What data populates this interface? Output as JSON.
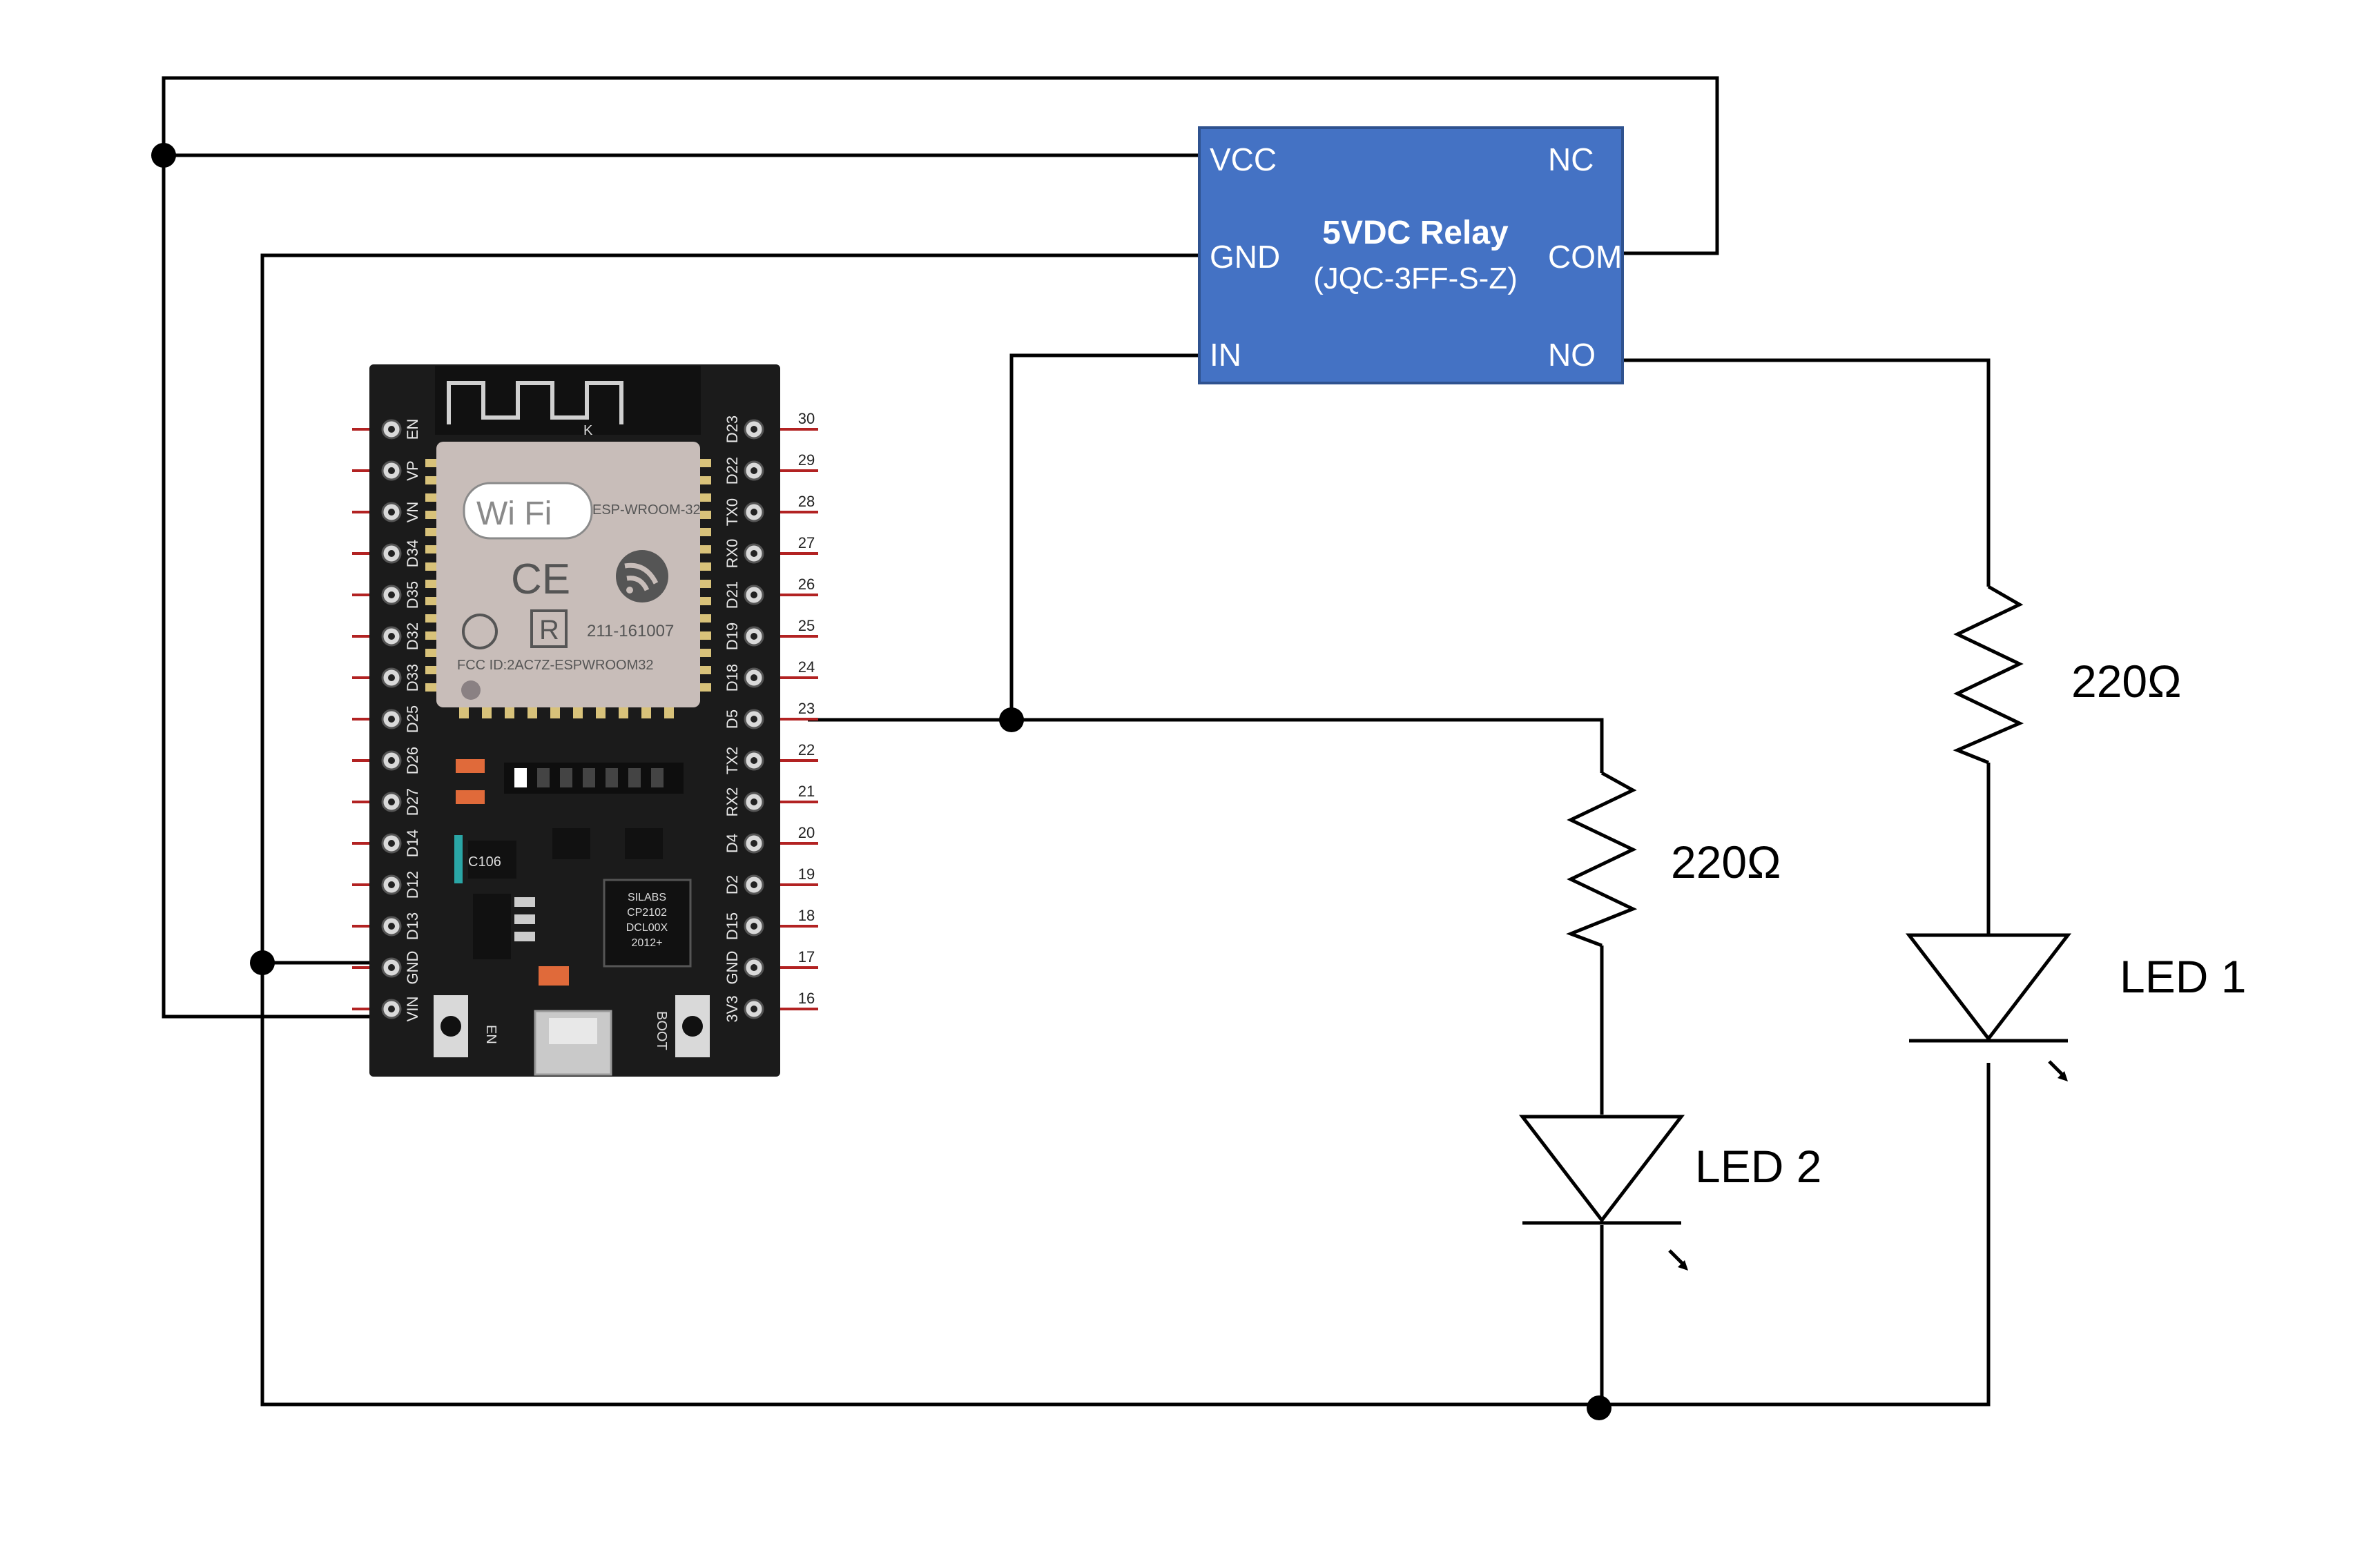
{
  "relay": {
    "title": "5VDC Relay",
    "model": "(JQC-3FF-S-Z)",
    "pins": {
      "vcc": "VCC",
      "gnd": "GND",
      "in": "IN",
      "nc": "NC",
      "com": "COM",
      "no": "NO"
    },
    "color": "#4472c4"
  },
  "resistors": [
    {
      "id": "r1",
      "value": "220Ω"
    },
    {
      "id": "r2",
      "value": "220Ω"
    }
  ],
  "leds": [
    {
      "id": "led1",
      "label": "LED 1"
    },
    {
      "id": "led2",
      "label": "LED 2"
    }
  ],
  "board": {
    "module_name": "ESP-WROOM-32",
    "wifi_text": "Wi Fi",
    "ce_mark": "CE",
    "r_mark": "R",
    "cert_code": "211-161007",
    "fcc_id": "FCC ID:2AC7Z-ESPWROOM32",
    "antenna_mark": "K",
    "chip_label": "C106",
    "usb_chip": [
      "SILABS",
      "CP2102",
      "DCL00X",
      "2012+"
    ],
    "button_en": "EN",
    "button_boot": "BOOT",
    "left_pins": [
      "EN",
      "VP",
      "VN",
      "D34",
      "D35",
      "D32",
      "D33",
      "D25",
      "D26",
      "D27",
      "D14",
      "D12",
      "D13",
      "GND",
      "VIN"
    ],
    "right_pins": [
      "D23",
      "D22",
      "TX0",
      "RX0",
      "D21",
      "D19",
      "D18",
      "D5",
      "TX2",
      "RX2",
      "D4",
      "D2",
      "D15",
      "GND",
      "3V3"
    ],
    "right_numbers": [
      "30",
      "29",
      "28",
      "27",
      "26",
      "25",
      "24",
      "23",
      "22",
      "21",
      "20",
      "19",
      "18",
      "17",
      "16"
    ],
    "color": "#1b1b1b"
  }
}
